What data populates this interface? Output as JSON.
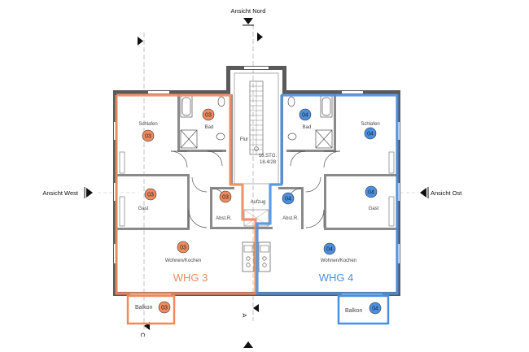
{
  "colors": {
    "unit3": "#f08a5d",
    "unit4": "#4a90e2",
    "wall": "#5a5a5a",
    "cut": "#9a9a9a"
  },
  "elevations": {
    "north": "Ansicht Nord",
    "west": "Ansicht West",
    "east": "Ansicht Ost"
  },
  "sections": {
    "a": "A",
    "c": "C"
  },
  "units": {
    "whg3": {
      "label": "WHG 3",
      "code": "03",
      "rooms": {
        "schlafen": "Schlafen",
        "bad": "Bad",
        "gast": "Gast",
        "abstr": "Abst.R.",
        "wohnen": "Wohnen/Kochen",
        "balkon": "Balkon"
      }
    },
    "whg4": {
      "label": "WHG 4",
      "code": "04",
      "rooms": {
        "schlafen": "Schlafen",
        "bad": "Bad",
        "gast": "Gast",
        "abstr": "Abst.R.",
        "wohnen": "Wohnen/Kochen",
        "balkon": "Balkon"
      }
    }
  },
  "core": {
    "flur": "Flur",
    "aufzug": "Aufzug",
    "stair_line1": "16.STG.",
    "stair_line2": "18.4/28"
  }
}
